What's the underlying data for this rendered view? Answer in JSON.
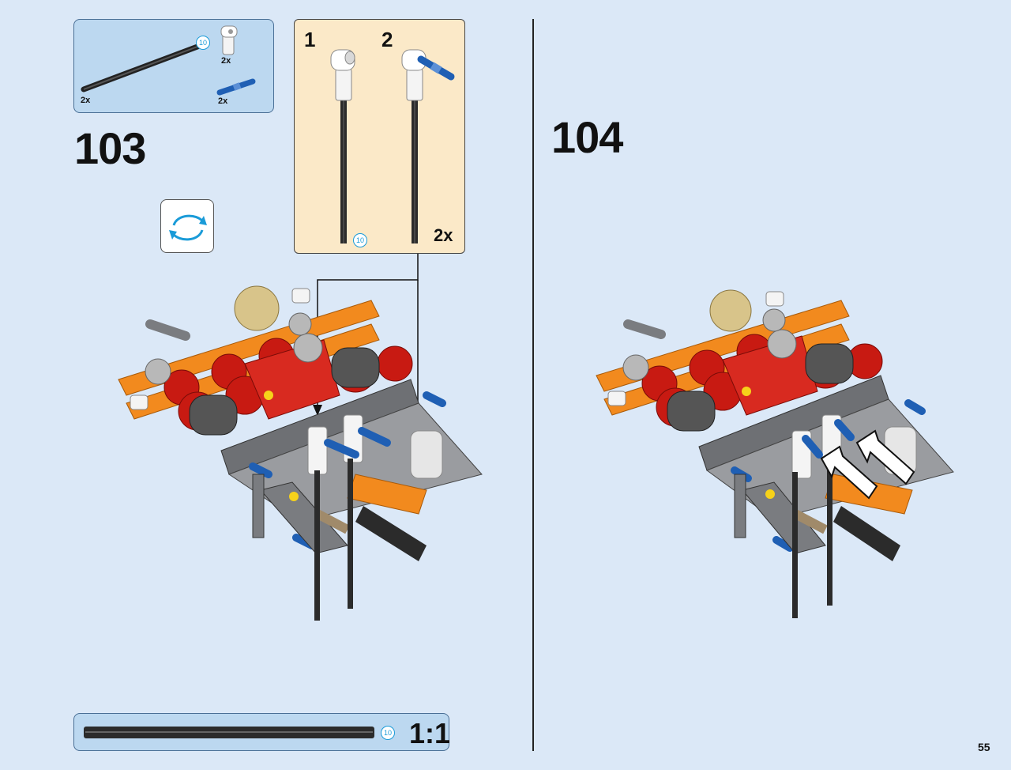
{
  "page": {
    "number": "55"
  },
  "step_103": {
    "number": "103",
    "parts": [
      {
        "name": "axle-10",
        "qty": "2x",
        "length": "10"
      },
      {
        "name": "angle-connector",
        "qty": "2x"
      },
      {
        "name": "blue-pin",
        "qty": "2x"
      }
    ],
    "subassembly": {
      "steps": [
        "1",
        "2"
      ],
      "qty": "2x",
      "axle_length": "10"
    },
    "rotate_icon": "rotate-model-icon"
  },
  "step_104": {
    "number": "104"
  },
  "scale": {
    "label": "1:1",
    "length": "10"
  },
  "colors": {
    "page_bg": "#dbe8f7",
    "parts_box": "#bcd8f0",
    "sub_box": "#fbe9c8",
    "orange": "#f28a1e",
    "red": "#c81a12",
    "gray": "#7a7c80",
    "blue": "#1f5fb4"
  }
}
